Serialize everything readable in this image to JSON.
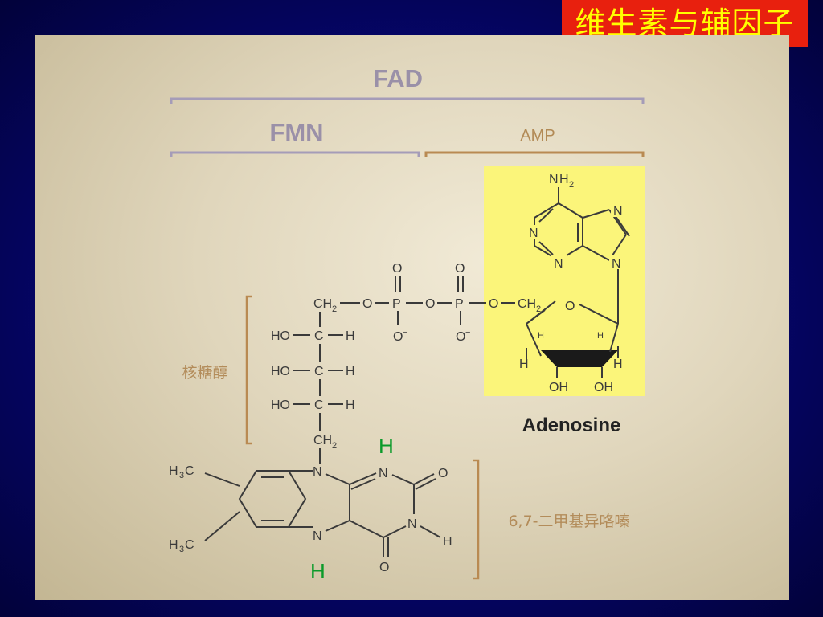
{
  "slide_title": "维生素与辅因子",
  "labels": {
    "fad": "FAD",
    "fmn": "FMN",
    "amp": "AMP",
    "ribitol": "核糖醇",
    "isoalloxazine": "6,7-二甲基异咯嗪",
    "adenosine": "Adenosine",
    "hydrogen_top": "H",
    "hydrogen_bottom": "H"
  },
  "atoms": {
    "O": "O",
    "P": "P",
    "N": "N",
    "H": "H",
    "C": "C",
    "CH": "CH",
    "NH": "NH",
    "HO": "HO",
    "OH": "OH",
    "minus": "−",
    "two": "2",
    "three": "3"
  },
  "colors": {
    "background": "#05056e",
    "title_badge": "#e8200e",
    "title_text": "#ffff00",
    "adenosine_highlight": "#fbf57a",
    "bracket_fad": "#a59cb8",
    "bracket_amp": "#b98a52",
    "hydrogen_label": "#0b9a2a"
  }
}
